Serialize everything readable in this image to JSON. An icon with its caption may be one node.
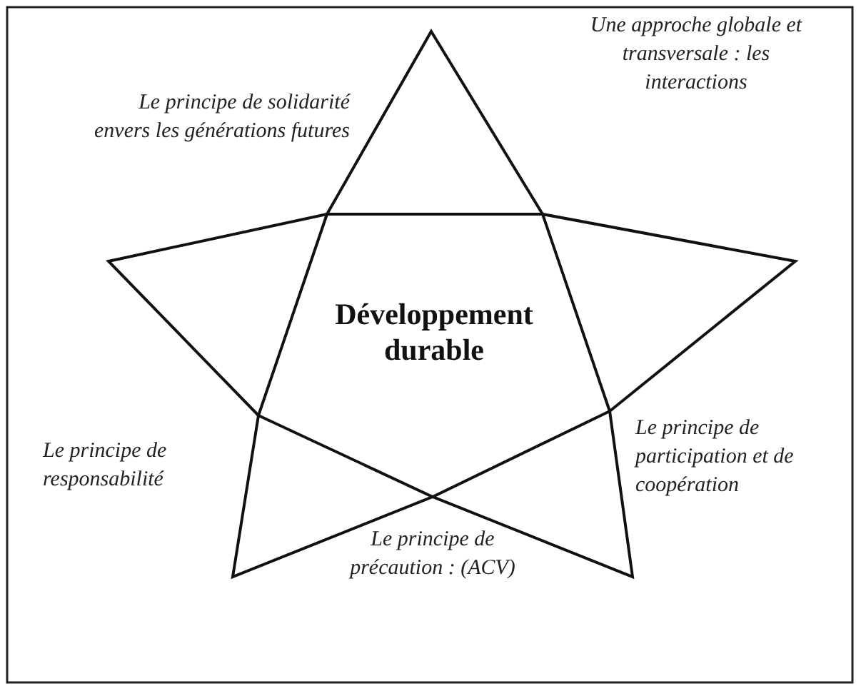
{
  "diagram": {
    "nodes": [
      {
        "text": [
          "Développement durable"
        ]
      }
    ],
    "labels": [
      "Une approche globale et transversale : les interactions",
      "Le principe de solidarité envers les générations futures",
      "Le principe de responsabilité",
      "Le principe de participation et de coopération",
      "Le principe de précaution : (ACV)"
    ]
  }
}
